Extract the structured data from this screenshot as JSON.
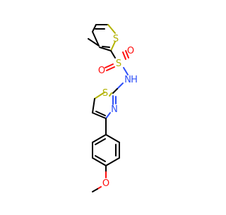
{
  "molecule": {
    "atom_labels": {
      "thiophene_s": "S",
      "sulfonyl_s": "S",
      "sulfonyl_o_left": "O",
      "sulfonyl_o_right": "O",
      "nh": "N",
      "nh_h": "H",
      "thiazole_s": "S",
      "thiazole_n": "N",
      "methoxy_o": "O"
    },
    "colors": {
      "sulfur": "#b2b200",
      "oxygen": "#ff0d0d",
      "nitrogen": "#2f50f7",
      "carbon": "#000000",
      "background": "#ffffff"
    }
  }
}
